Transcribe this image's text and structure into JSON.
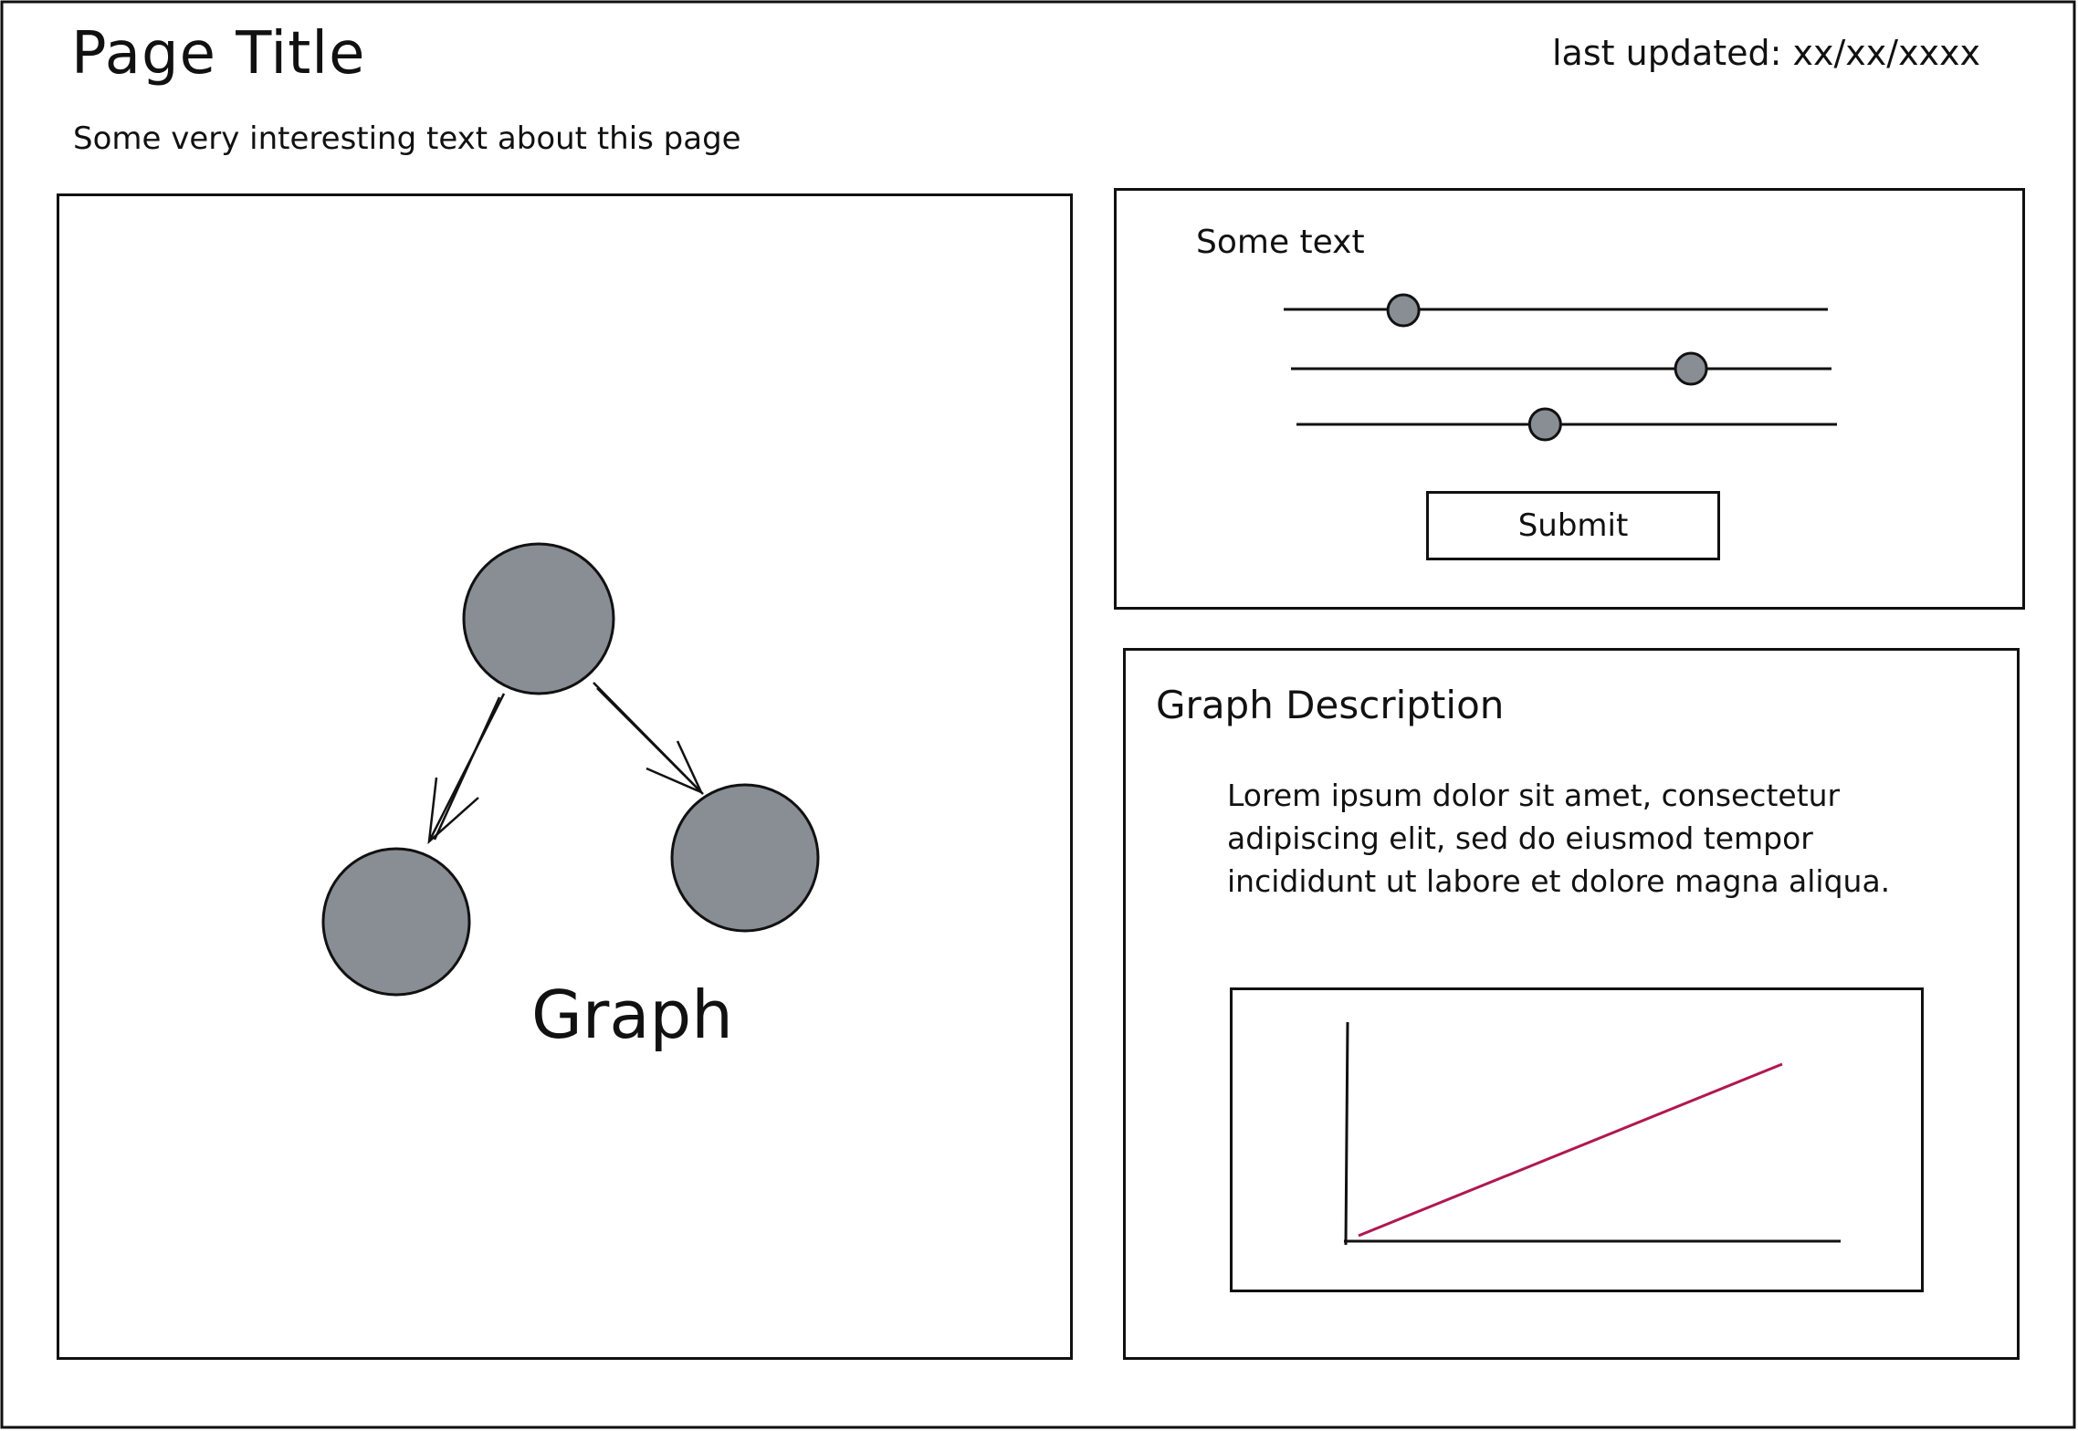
{
  "header": {
    "title": "Page Title",
    "subtitle": "Some very interesting text about this page",
    "last_updated": "last updated: xx/xx/xxxx"
  },
  "graph_panel": {
    "label": "Graph",
    "node_color": "#888e94",
    "nodes": [
      "root",
      "left",
      "right"
    ],
    "edges": [
      [
        "root",
        "left"
      ],
      [
        "root",
        "right"
      ]
    ]
  },
  "controls_panel": {
    "label": "Some text",
    "sliders": [
      {
        "name": "slider-1",
        "value": 0.22
      },
      {
        "name": "slider-2",
        "value": 0.74
      },
      {
        "name": "slider-3",
        "value": 0.46
      }
    ],
    "submit_label": "Submit"
  },
  "description_panel": {
    "title": "Graph Description",
    "body": "Lorem ipsum dolor sit amet, consectetur adipiscing elit, sed do eiusmod tempor incididunt ut labore et dolore magna aliqua.",
    "chart_line_color": "#b0184e"
  }
}
